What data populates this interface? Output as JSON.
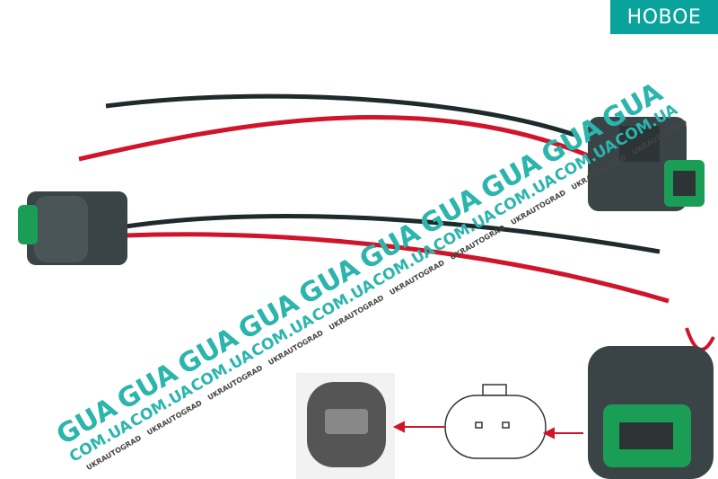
{
  "badge": {
    "label": "НОВОЕ",
    "color": "#0aa39b"
  },
  "watermark": {
    "big": "GUA",
    "domain": "COM.UA",
    "brand": "UKRAUTOGRAD",
    "color": "#2bb5ad"
  },
  "product": {
    "wire_colors": [
      "#1e2a2c",
      "#d0142a"
    ],
    "connector_color": "#3a4446",
    "seal_color": "#1a9e55"
  }
}
